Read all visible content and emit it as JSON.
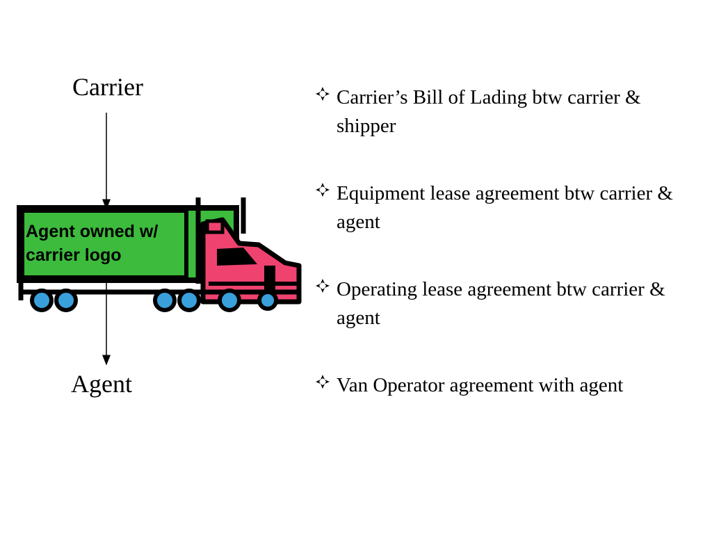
{
  "diagram": {
    "top_label": "Carrier",
    "bottom_label": "Agent",
    "truck_caption": "Agent owned w/ carrier logo"
  },
  "bullets": [
    {
      "text": "Carrier’s Bill of Lading btw carrier & shipper",
      "icon": "diamond-bullet-icon"
    },
    {
      "text": "Equipment lease agreement btw carrier & agent",
      "icon": "diamond-bullet-icon"
    },
    {
      "text": "Operating lease agreement btw carrier & agent",
      "icon": "diamond-bullet-icon"
    },
    {
      "text": "Van Operator agreement with agent",
      "icon": "diamond-bullet-icon"
    }
  ],
  "colors": {
    "trailer": "#3dbb3d",
    "cab": "#f0426f",
    "wheels": "#3aa0db",
    "outline": "#000000"
  }
}
